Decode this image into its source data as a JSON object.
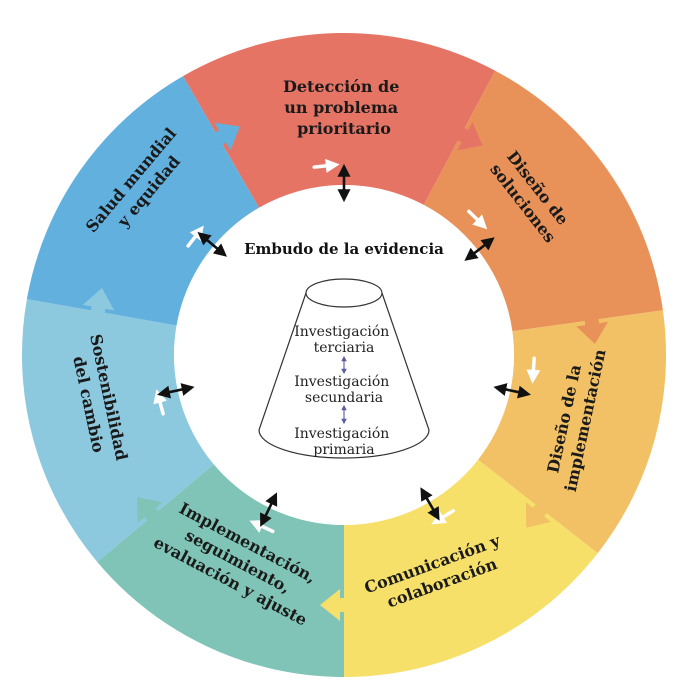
{
  "center": {
    "title": "Embudo de la evidencia",
    "funnel_levels": [
      [
        "Investigación",
        "terciaria"
      ],
      [
        "Investigación",
        "secundaria"
      ],
      [
        "Investigación",
        "primaria"
      ]
    ]
  },
  "segments": [
    {
      "id": "deteccion",
      "lines": [
        "Detección de",
        "un problema",
        "prioritario"
      ],
      "color": "#e57465"
    },
    {
      "id": "diseno-soluciones",
      "lines": [
        "Diseño de",
        "soluciones"
      ],
      "color": "#e8925a"
    },
    {
      "id": "diseno-implementacion",
      "lines": [
        "Diseño de la",
        "implementación"
      ],
      "color": "#f2c165"
    },
    {
      "id": "comunicacion",
      "lines": [
        "Comunicación y",
        "colaboración"
      ],
      "color": "#f7e06a"
    },
    {
      "id": "implementacion",
      "lines": [
        "Implementación,",
        "seguimiento,",
        "evaluación y ajuste"
      ],
      "color": "#7fc4b6"
    },
    {
      "id": "sostenibilidad",
      "lines": [
        "Sostenibilidad",
        "del cambio"
      ],
      "color": "#8cc8de"
    },
    {
      "id": "salud",
      "lines": [
        "Salud mundial",
        "y equidad"
      ],
      "color": "#62b0de"
    }
  ],
  "colors": {
    "arrow_dark": "#111111",
    "funnel_stroke": "#333333",
    "funnel_arrow": "#5b5a9c",
    "white": "#ffffff"
  }
}
